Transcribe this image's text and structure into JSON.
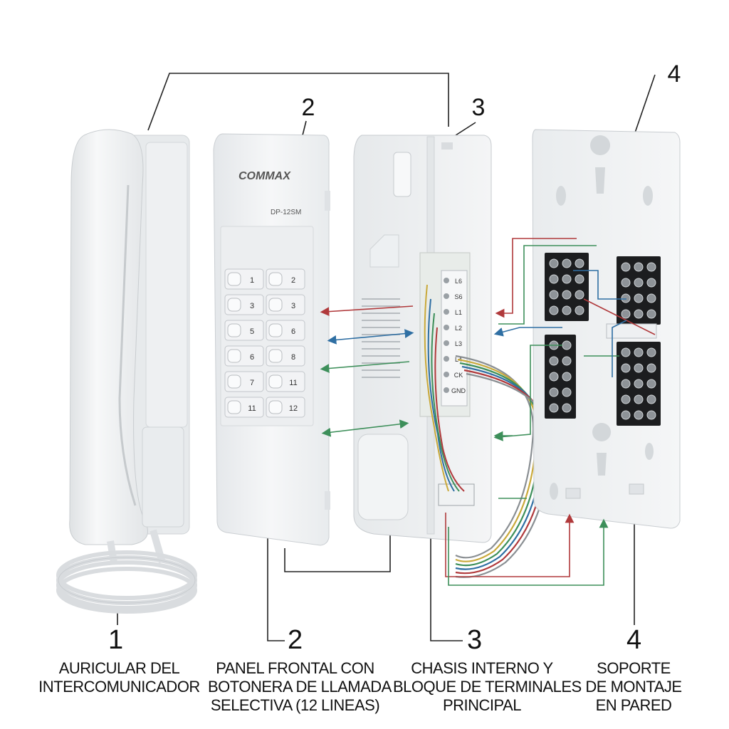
{
  "parts": [
    {
      "number": "1",
      "caption": [
        "AURICULAR DEL",
        "INTERCOMUNICADOR"
      ]
    },
    {
      "number": "2",
      "caption": [
        "PANEL FRONTAL CON",
        "BOTONERA DE LLAMADA",
        "SELECTIVA (12 LINEAS)"
      ]
    },
    {
      "number": "3",
      "caption": [
        "CHASIS INTERNO Y",
        "BLOQUE DE TERMINALES",
        "PRINCIPAL"
      ]
    },
    {
      "number": "4",
      "caption": [
        "SOPORTE",
        "DE MONTAJE",
        "EN PARED"
      ]
    }
  ],
  "top_callouts": {
    "panel": "2",
    "chassis": "3",
    "mount": "4"
  },
  "panel": {
    "brand": "COMMAX",
    "model": "DP-12SM",
    "keys": [
      [
        "1",
        "2"
      ],
      [
        "3",
        "3"
      ],
      [
        "5",
        "6"
      ],
      [
        "6",
        "8"
      ],
      [
        "7",
        "11"
      ],
      [
        "11",
        "12"
      ]
    ]
  },
  "terminal_labels": [
    "L6",
    "S6",
    "L1",
    "L2",
    "L3",
    "L4",
    "CK",
    "GND"
  ],
  "wire_colors": {
    "red": "#b0393b",
    "blue": "#2f6fa3",
    "green": "#3d8f5a",
    "yellow": "#c9a93a",
    "gray": "#8a8f93"
  }
}
